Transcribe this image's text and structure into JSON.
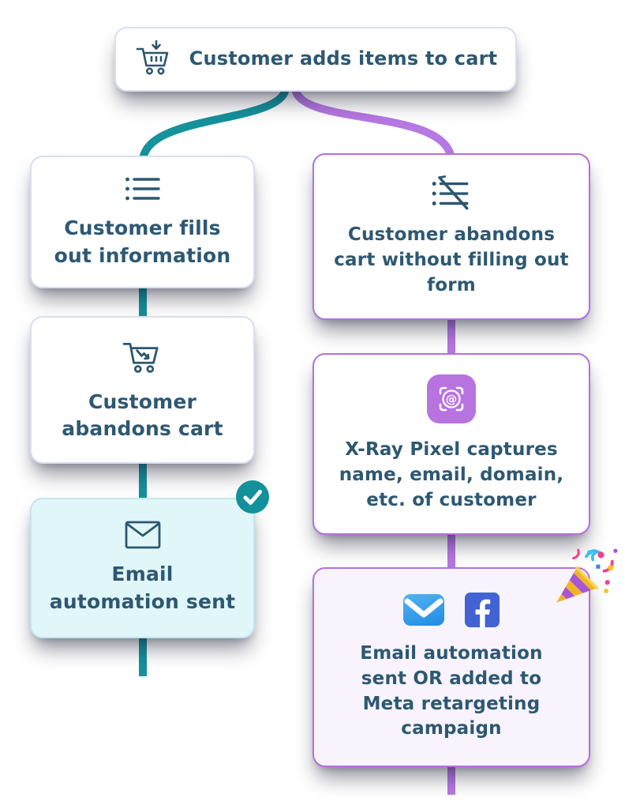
{
  "diagram": {
    "title_node": {
      "label": "Customer adds items to cart",
      "icon": "cart-add-icon"
    },
    "left_branch": {
      "line_color": "#15929c",
      "steps": [
        {
          "label": "Customer fills\nout information",
          "icon": "list-icon"
        },
        {
          "label": "Customer\nabandons cart",
          "icon": "cart-abandon-icon"
        },
        {
          "label": "Email\nautomation sent",
          "icon": "envelope-icon",
          "badge": "check-badge",
          "badge_color": "#13919b",
          "background": "#e1f6f9"
        }
      ]
    },
    "right_branch": {
      "line_color": "#b678e2",
      "steps": [
        {
          "label": "Customer abandons\ncart without filling out\nform",
          "icon": "list-crossed-icon"
        },
        {
          "label": "X-Ray Pixel captures\nname, email, domain,\netc. of customer",
          "icon": "xray-pixel-icon",
          "icon_color": "#b873e0"
        },
        {
          "label": "Email automation\nsent OR added to\nMeta retargeting\ncampaign",
          "icons": [
            "email-icon",
            "facebook-icon"
          ],
          "decoration": "party-popper-icon",
          "background": "#f8f3fc"
        }
      ]
    },
    "colors": {
      "text": "#2d5872",
      "icon_stroke": "#2b5770",
      "card_background": "#ffffff",
      "left_card_border": "#d9def0",
      "right_card_border": "#b470de",
      "email_blue": "#2f9bea",
      "facebook_blue": "#4163d3"
    }
  }
}
